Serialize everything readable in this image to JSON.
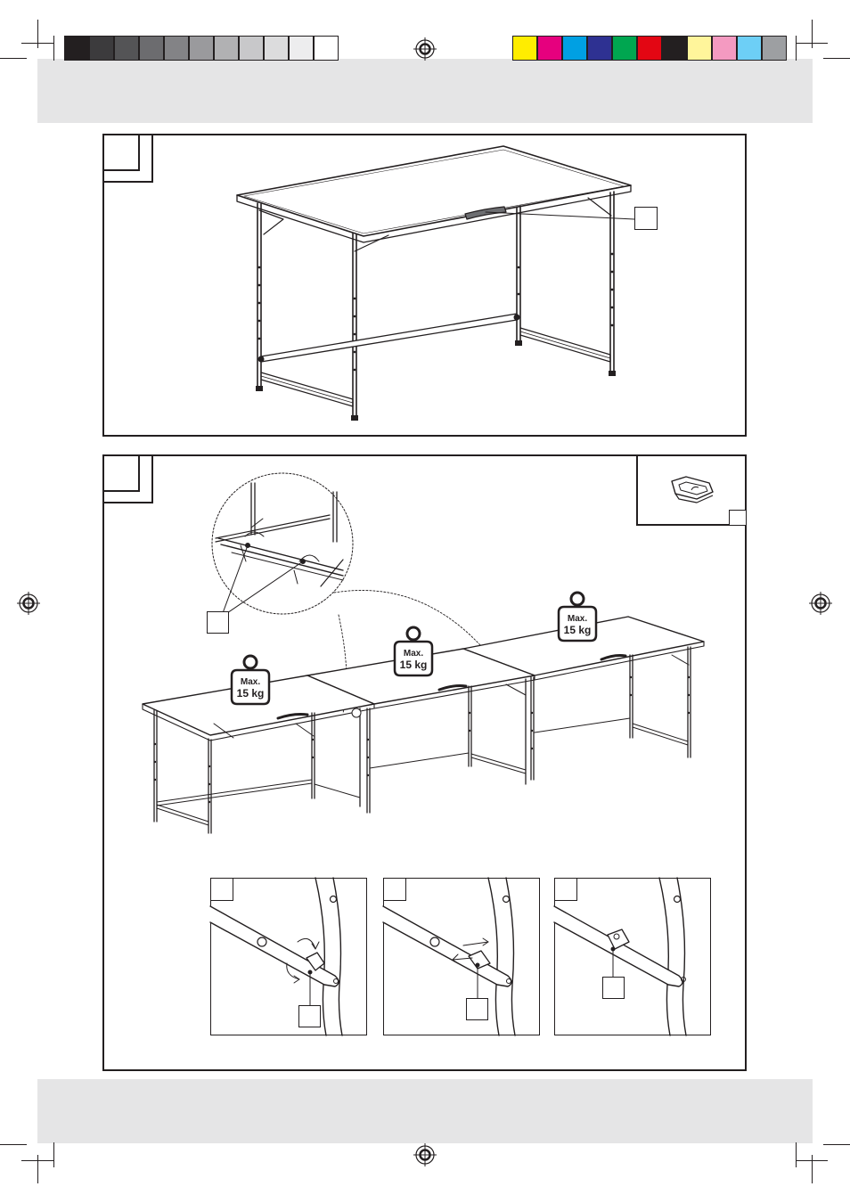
{
  "print_marks": {
    "grayscale_bar": [
      "#231f20",
      "#3c3b3d",
      "#545456",
      "#6c6c6f",
      "#838386",
      "#9a9a9d",
      "#b1b1b3",
      "#c8c8ca",
      "#dcdcdd",
      "#ededee",
      "#ffffff"
    ],
    "color_bar": [
      "#ffed00",
      "#e6007e",
      "#00a0e3",
      "#2e3192",
      "#00a650",
      "#e30613",
      "#231f20",
      "#fff59b",
      "#f49ac1",
      "#6dcff6",
      "#9d9fa2"
    ],
    "band_color": "#e5e5e6",
    "registration_icon": "registration-target-icon"
  },
  "figure1": {
    "step_number": "",
    "part_number": ""
  },
  "figure2": {
    "step_number": "",
    "connector_part_number": "",
    "detail_part_number": "",
    "weight_signs": [
      {
        "line1": "Max.",
        "line2": "15 kg"
      },
      {
        "line1": "Max.",
        "line2": "15 kg"
      },
      {
        "line1": "Max.",
        "line2": "15 kg"
      }
    ],
    "subpanels": [
      {
        "letter": "",
        "part_number": ""
      },
      {
        "letter": "",
        "part_number": ""
      },
      {
        "letter": "",
        "part_number": ""
      }
    ]
  }
}
